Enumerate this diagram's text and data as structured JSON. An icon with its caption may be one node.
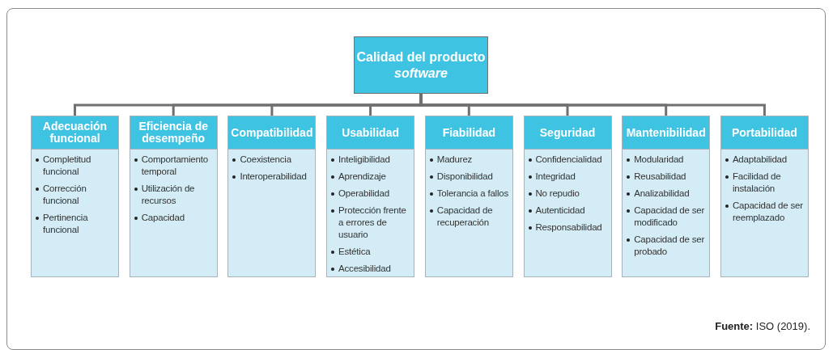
{
  "diagram": {
    "nodes": [
      {
        "text": [
          "Calidad del producto *software*"
        ]
      },
      {
        "text": [
          "Adecuación funcional",
          "Completitud funcional",
          "Corrección funcional",
          "Pertinencia funcional"
        ]
      },
      {
        "text": [
          "Eficiencia de desempeño",
          "Comportamiento temporal",
          "Utilización de recursos",
          "Capacidad"
        ]
      },
      {
        "text": [
          "Compatibilidad",
          "Coexistencia",
          "Interoperabilidad"
        ]
      },
      {
        "text": [
          "Usabilidad",
          "Inteligibilidad",
          "Aprendizaje",
          "Operabilidad",
          "Protección frente a errores de usuario",
          "Estética",
          "Accesibilidad"
        ]
      },
      {
        "text": [
          "Fiabilidad",
          "Madurez",
          "Disponibilidad",
          "Tolerancia a fallos",
          "Capacidad de recuperación"
        ]
      },
      {
        "text": [
          "Seguridad",
          "Confidencialidad",
          "Integridad",
          "No repudio",
          "Autenticidad",
          "Responsabilidad"
        ]
      },
      {
        "text": [
          "Mantenibilidad",
          "Modularidad",
          "Reusabilidad",
          "Analizabilidad",
          "Capacidad de ser modificado",
          "Capacidad de ser probado"
        ]
      },
      {
        "text": [
          "Portabilidad",
          "Adaptabilidad",
          "Facilidad de instalación",
          "Capacidad de ser reemplazado"
        ]
      }
    ],
    "edges": [
      {
        "from": 0,
        "to": 1,
        "arrow": "none"
      },
      {
        "from": 0,
        "to": 2,
        "arrow": "none"
      },
      {
        "from": 0,
        "to": 3,
        "arrow": "none"
      },
      {
        "from": 0,
        "to": 4,
        "arrow": "none"
      },
      {
        "from": 0,
        "to": 5,
        "arrow": "none"
      },
      {
        "from": 0,
        "to": 6,
        "arrow": "none"
      },
      {
        "from": 0,
        "to": 7,
        "arrow": "none"
      },
      {
        "from": 0,
        "to": 8,
        "arrow": "none"
      }
    ],
    "labels": [
      "**Fuente:** ISO (2019)."
    ]
  }
}
